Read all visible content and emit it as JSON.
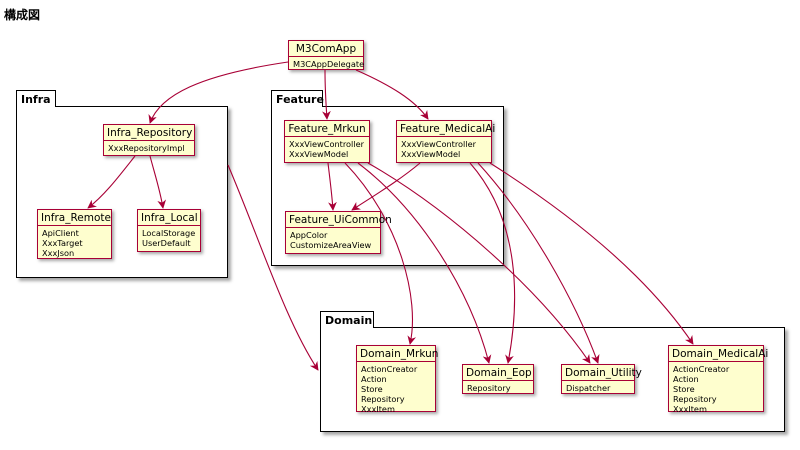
{
  "page": {
    "title": "構成図"
  },
  "packages": {
    "infra": {
      "label": "Infra"
    },
    "feature": {
      "label": "Feature"
    },
    "domain": {
      "label": "Domain"
    }
  },
  "components": {
    "m3comapp": {
      "title": "M3ComApp",
      "items": [
        "M3CAppDelegate"
      ]
    },
    "infra_repository": {
      "title": "Infra_Repository",
      "items": [
        "XxxRepositoryImpl"
      ]
    },
    "infra_remote": {
      "title": "Infra_Remote",
      "items": [
        "ApiClient",
        "XxxTarget",
        "XxxJson"
      ]
    },
    "infra_local": {
      "title": "Infra_Local",
      "items": [
        "LocalStorage",
        "UserDefault"
      ]
    },
    "feature_mrkun": {
      "title": "Feature_Mrkun",
      "items": [
        "XxxViewController",
        "XxxViewModel"
      ]
    },
    "feature_medicalai": {
      "title": "Feature_MedicalAi",
      "items": [
        "XxxViewController",
        "XxxViewModel"
      ]
    },
    "feature_uicommon": {
      "title": "Feature_UiCommon",
      "items": [
        "AppColor",
        "CustomizeAreaView"
      ]
    },
    "domain_mrkun": {
      "title": "Domain_Mrkun",
      "items": [
        "ActionCreator",
        "Action",
        "Store",
        "Repository",
        "XxxItem"
      ]
    },
    "domain_eop": {
      "title": "Domain_Eop",
      "items": [
        "Repository"
      ]
    },
    "domain_utility": {
      "title": "Domain_Utility",
      "items": [
        "Dispatcher"
      ]
    },
    "domain_medicalai": {
      "title": "Domain_MedicalAi",
      "items": [
        "ActionCreator",
        "Action",
        "Store",
        "Repository",
        "XxxItem"
      ]
    }
  },
  "colors": {
    "box_fill": "#FEFECE",
    "box_border": "#A80036",
    "arrow": "#A80036",
    "package_border": "#000000"
  }
}
